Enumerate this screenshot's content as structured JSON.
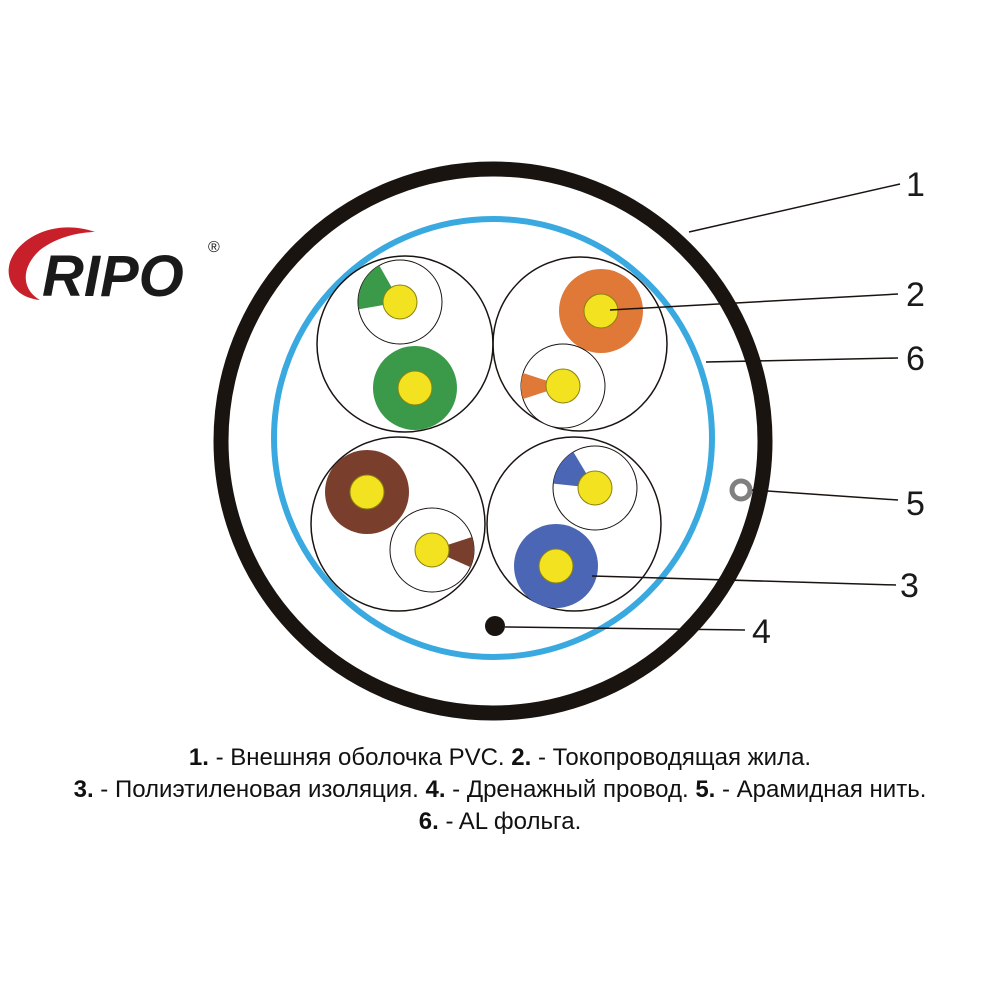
{
  "logo": {
    "text": "RIPO",
    "registered": "®"
  },
  "callouts": [
    "1",
    "2",
    "6",
    "5",
    "3",
    "4"
  ],
  "legend": {
    "line1": [
      {
        "num": "1.",
        "text": " - Внешняя оболочка PVC. "
      },
      {
        "num": "2.",
        "text": " - Токопроводящая жила."
      }
    ],
    "line2": [
      {
        "num": "3.",
        "text": " - Полиэтиленовая изоляция. "
      },
      {
        "num": "4.",
        "text": " - Дренажный провод. "
      },
      {
        "num": "5.",
        "text": " - Арамидная нить."
      }
    ],
    "line3": [
      {
        "num": "6.",
        "text": " - AL фольга."
      }
    ]
  },
  "colors": {
    "jacket": "#1a1411",
    "foil": "#3aa9e0",
    "conductor": "#f2e21f",
    "green": "#3a9a4a",
    "orange": "#e07838",
    "brown": "#7a3f2c",
    "blue": "#4a66b5",
    "logo_red": "#c8202a"
  }
}
